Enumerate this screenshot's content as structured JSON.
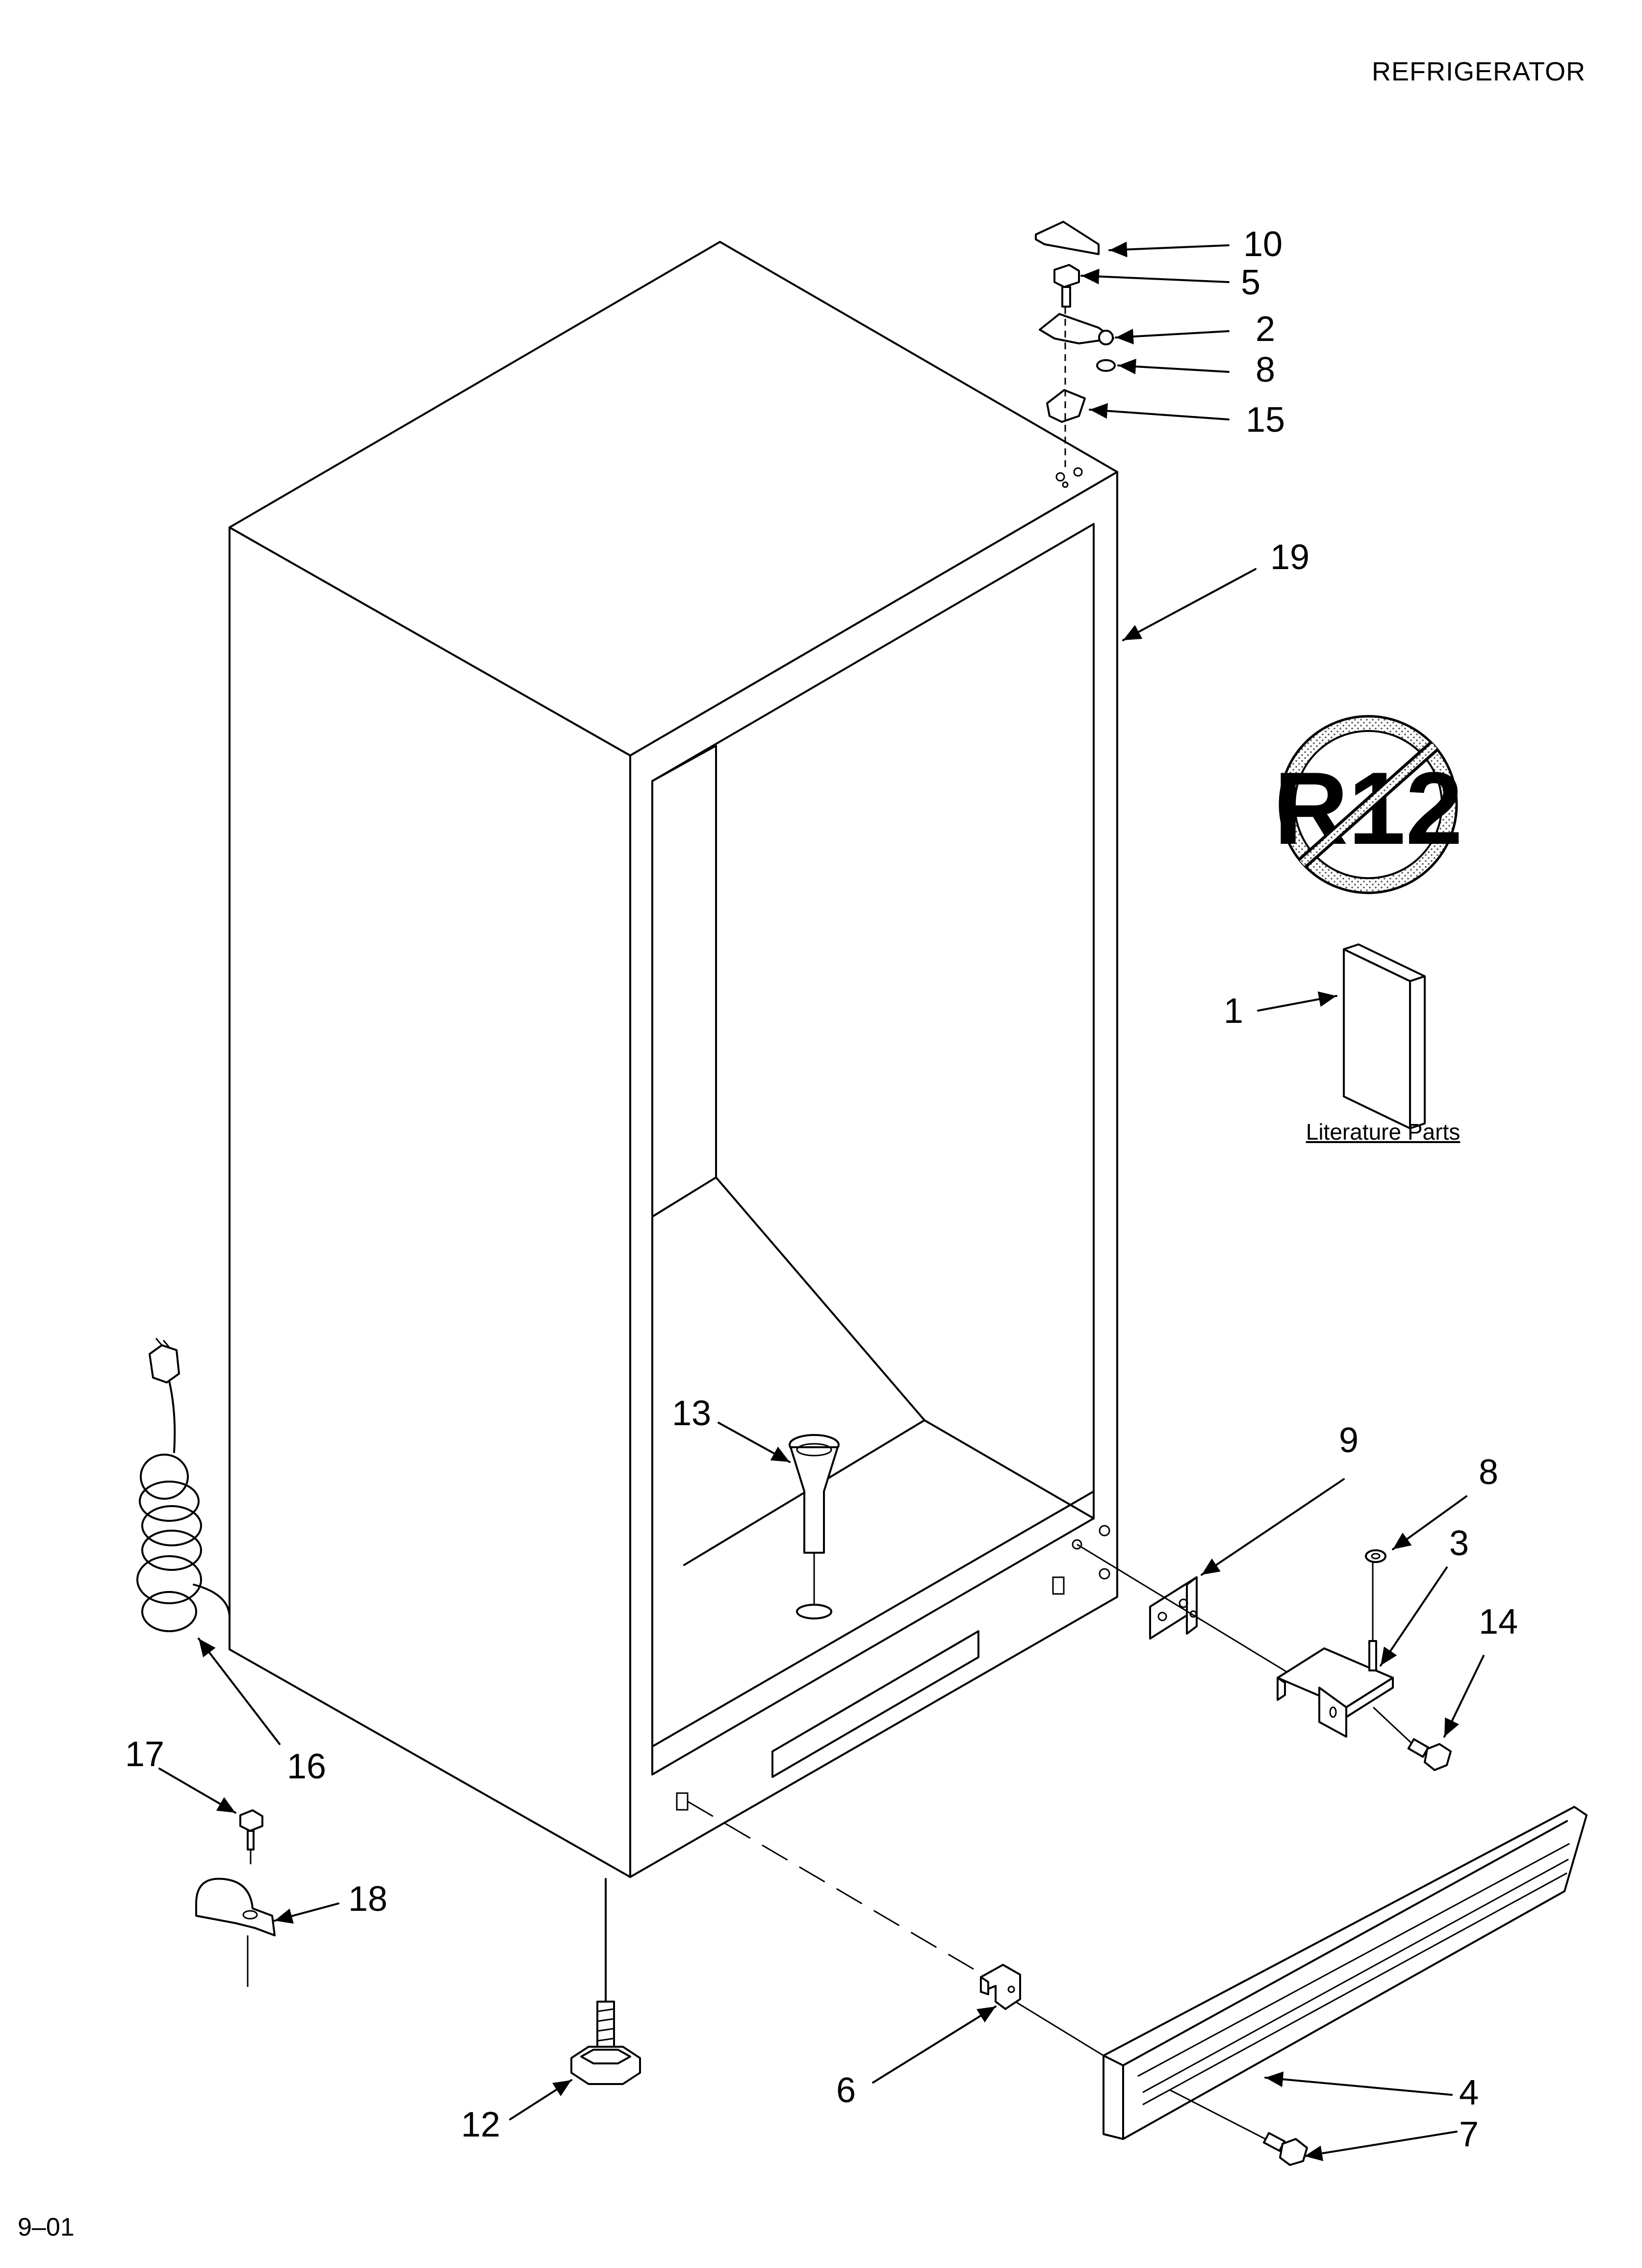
{
  "header": {
    "title": "REFRIGERATOR"
  },
  "footer": {
    "date_code": "9–01"
  },
  "literature": {
    "caption": "Literature Parts"
  },
  "badge": {
    "text": "R12",
    "meaning": "no-r12-symbol"
  },
  "callouts": [
    {
      "id": "c10",
      "label": "10"
    },
    {
      "id": "c5a",
      "label": "5"
    },
    {
      "id": "c2",
      "label": "2"
    },
    {
      "id": "c8a",
      "label": "8"
    },
    {
      "id": "c15",
      "label": "15"
    },
    {
      "id": "c19",
      "label": "19"
    },
    {
      "id": "c1",
      "label": "1"
    },
    {
      "id": "c13",
      "label": "13"
    },
    {
      "id": "c9",
      "label": "9"
    },
    {
      "id": "c8b",
      "label": "8"
    },
    {
      "id": "c3",
      "label": "3"
    },
    {
      "id": "c14",
      "label": "14"
    },
    {
      "id": "c17",
      "label": "17"
    },
    {
      "id": "c16",
      "label": "16"
    },
    {
      "id": "c18",
      "label": "18"
    },
    {
      "id": "c6",
      "label": "6"
    },
    {
      "id": "c4",
      "label": "4"
    },
    {
      "id": "c7",
      "label": "7"
    },
    {
      "id": "c12",
      "label": "12"
    }
  ]
}
